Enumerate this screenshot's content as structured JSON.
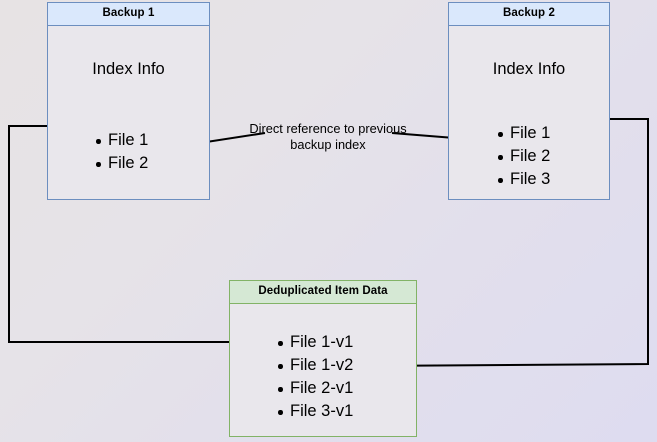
{
  "diagram": {
    "title_hidden": "Backup deduplication reference diagram",
    "background": {
      "from": "#e7e3e4",
      "to": "#dedcf0"
    },
    "colors": {
      "blue_fill": "#dae8fc",
      "blue_stroke": "#6c8ebf",
      "green_fill": "#d5e8d4",
      "green_stroke": "#82b366",
      "body_fill": "#e9e7ec",
      "arrow": "#000000"
    },
    "nodes": {
      "backup1": {
        "header": "Backup 1",
        "section_label": "Index Info",
        "items": [
          "File 1",
          "File 2"
        ]
      },
      "backup2": {
        "header": "Backup 2",
        "section_label": "Index Info",
        "items": [
          "File 1",
          "File 2",
          "File 3"
        ]
      },
      "dedup": {
        "header": "Deduplicated Item Data",
        "items": [
          "File 1-v1",
          "File 1-v2",
          "File 2-v1",
          "File 3-v1"
        ]
      }
    },
    "annotations": {
      "direct_reference": "Direct reference to previous backup index"
    }
  }
}
